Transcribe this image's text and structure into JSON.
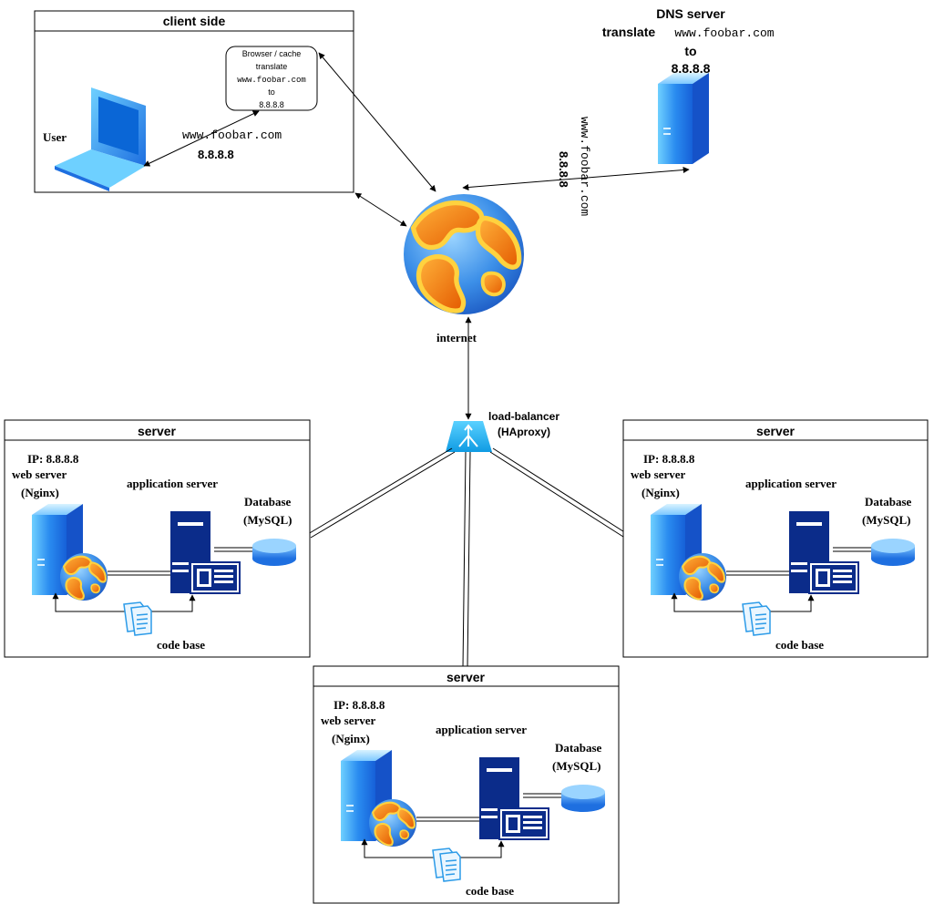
{
  "client": {
    "title": "client side",
    "user_label": "User",
    "browser_lines": [
      "Browser / cache",
      "translate",
      "www.foobar.com",
      "to",
      "8.8.8.8"
    ],
    "request_domain": "www.foobar.com",
    "request_ip": "8.8.8.8"
  },
  "dns": {
    "lines": [
      "DNS  server",
      "translate",
      "www.foobar.com",
      "to",
      "8.8.8.8"
    ],
    "link_domain": "www.foobar.com",
    "link_ip": "8.8.8.8"
  },
  "internet": {
    "label": "internet"
  },
  "load_balancer": {
    "line1": "load-balancer",
    "line2": "(HAproxy)"
  },
  "servers": [
    {
      "title": "server",
      "ip": "IP: 8.8.8.8",
      "web1": "web server",
      "web2": "(Nginx)",
      "app": "application server",
      "db1": "Database",
      "db2": "(MySQL)",
      "code": "code base"
    },
    {
      "title": "server",
      "ip": "IP: 8.8.8.8",
      "web1": "web server",
      "web2": "(Nginx)",
      "app": "application server",
      "db1": "Database",
      "db2": "(MySQL)",
      "code": "code base"
    },
    {
      "title": "server",
      "ip": "IP: 8.8.8.8",
      "web1": "web server",
      "web2": "(Nginx)",
      "app": "application server",
      "db1": "Database",
      "db2": "(MySQL)",
      "code": "code base"
    }
  ],
  "icons": {
    "laptop": "laptop-icon",
    "server": "server-tower-icon",
    "globe": "globe-icon",
    "app_server": "application-server-icon",
    "database": "database-icon",
    "documents": "documents-icon",
    "load_balancer": "load-balancer-icon"
  },
  "colors": {
    "line": "#000000",
    "light_blue": "#1E90FF",
    "navy": "#0B2C8A",
    "globe_orange": "#F08A00",
    "globe_yellow": "#FFD23F",
    "globe_blue": "#2C7BE5"
  }
}
